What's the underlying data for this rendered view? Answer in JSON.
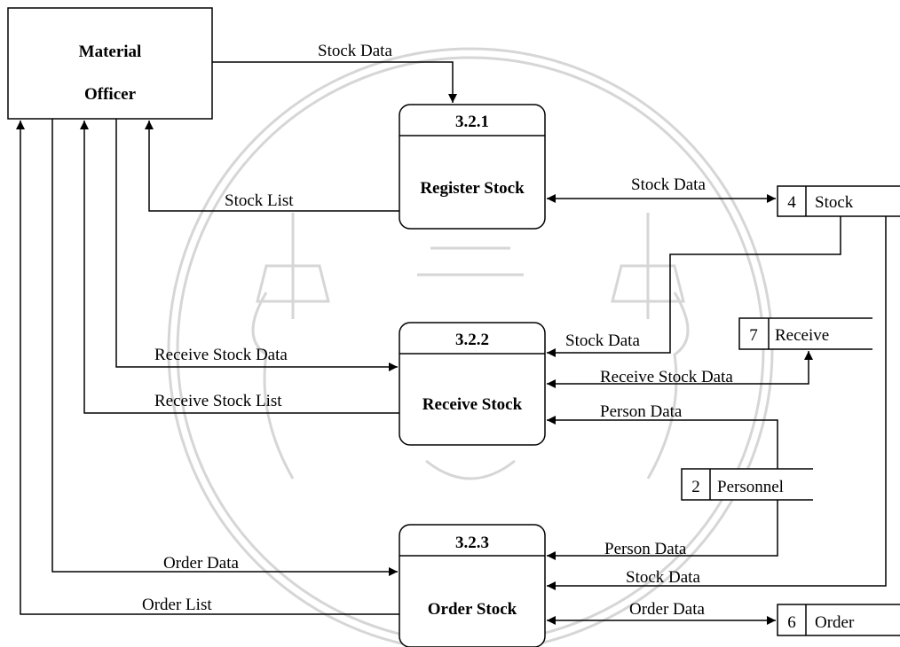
{
  "external_entity": {
    "line1": "Material",
    "line2": "Officer"
  },
  "processes": [
    {
      "id": "3.2.1",
      "name": "Register Stock"
    },
    {
      "id": "3.2.2",
      "name": "Receive Stock"
    },
    {
      "id": "3.2.3",
      "name": "Order Stock"
    }
  ],
  "data_stores": [
    {
      "number": "4",
      "name": "Stock"
    },
    {
      "number": "7",
      "name": "Receive"
    },
    {
      "number": "2",
      "name": "Personnel"
    },
    {
      "number": "6",
      "name": "Order"
    }
  ],
  "flows": {
    "officer_to_321": "Stock Data",
    "p321_to_officer": "Stock  List",
    "p321_stock_store": "Stock Data",
    "stock_to_322": "Stock  Data",
    "officer_to_322": "Receive Stock Data",
    "p322_to_officer": "Receive Stock  List",
    "p322_receive_store": "Receive Stock Data",
    "personnel_to_322": "Person Data",
    "personnel_to_323": "Person Data",
    "stock_to_323": "Stock  Data",
    "officer_to_323": "Order Data",
    "p323_to_officer": "Order List",
    "p323_order_store": "Order Data"
  },
  "colors": {
    "line": "#000000",
    "background": "#ffffff",
    "watermark": "#cfcfcf"
  }
}
